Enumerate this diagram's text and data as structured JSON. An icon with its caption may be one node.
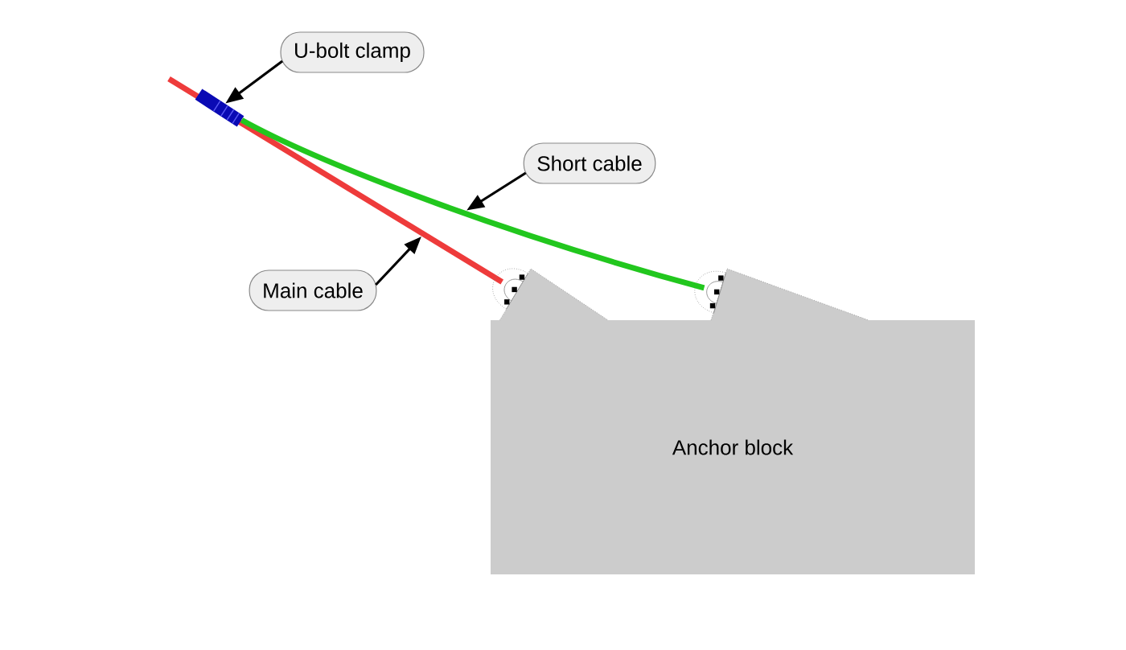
{
  "diagram": {
    "nodes": [
      {
        "text": [
          "U-bolt clamp"
        ]
      },
      {
        "text": [],
        "shape": "bar"
      },
      {
        "text": [
          "Short cable"
        ]
      },
      {
        "text": [
          "Main cable"
        ]
      },
      {
        "text": [
          "Anchor block"
        ]
      }
    ],
    "edges": [
      {
        "from": 0,
        "to": 1,
        "arrow": "to"
      },
      {
        "from": 2,
        "to": null,
        "arrow": "to"
      },
      {
        "from": 3,
        "to": null,
        "arrow": "to"
      },
      {
        "from": 1,
        "to": 4,
        "arrow": "none",
        "style": "thick",
        "color": "#22c71e"
      }
    ]
  }
}
